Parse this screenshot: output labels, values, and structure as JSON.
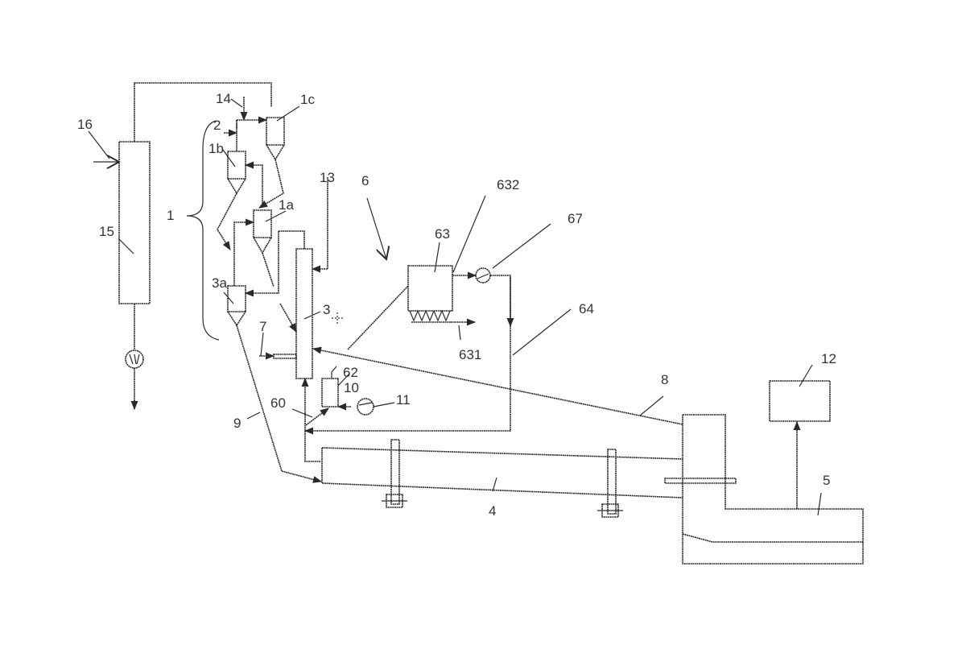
{
  "diagram": {
    "type": "process-flow-schematic",
    "labels": {
      "l1": "1",
      "l1a": "1a",
      "l1b": "1b",
      "l1c": "1c",
      "l2": "2",
      "l3": "3",
      "l3a": "3a",
      "l4": "4",
      "l5": "5",
      "l6": "6",
      "l7": "7",
      "l8": "8",
      "l9": "9",
      "l10": "10",
      "l11": "11",
      "l12": "12",
      "l13": "13",
      "l14": "14",
      "l15": "15",
      "l16": "16",
      "l60": "60",
      "l62": "62",
      "l63": "63",
      "l64": "64",
      "l67": "67",
      "l631": "631",
      "l632": "632"
    },
    "components": [
      {
        "ref": "1",
        "role": "preheater-cyclone-group"
      },
      {
        "ref": "1a",
        "role": "cyclone"
      },
      {
        "ref": "1b",
        "role": "cyclone"
      },
      {
        "ref": "1c",
        "role": "cyclone"
      },
      {
        "ref": "3a",
        "role": "cyclone"
      },
      {
        "ref": "3",
        "role": "calciner"
      },
      {
        "ref": "4",
        "role": "rotary-kiln"
      },
      {
        "ref": "5",
        "role": "cooler"
      },
      {
        "ref": "12",
        "role": "unit"
      },
      {
        "ref": "15",
        "role": "column"
      },
      {
        "ref": "63",
        "role": "filter-unit"
      },
      {
        "ref": "67",
        "role": "fan"
      },
      {
        "ref": "11",
        "role": "fan"
      },
      {
        "ref": "62",
        "role": "unit"
      }
    ]
  }
}
